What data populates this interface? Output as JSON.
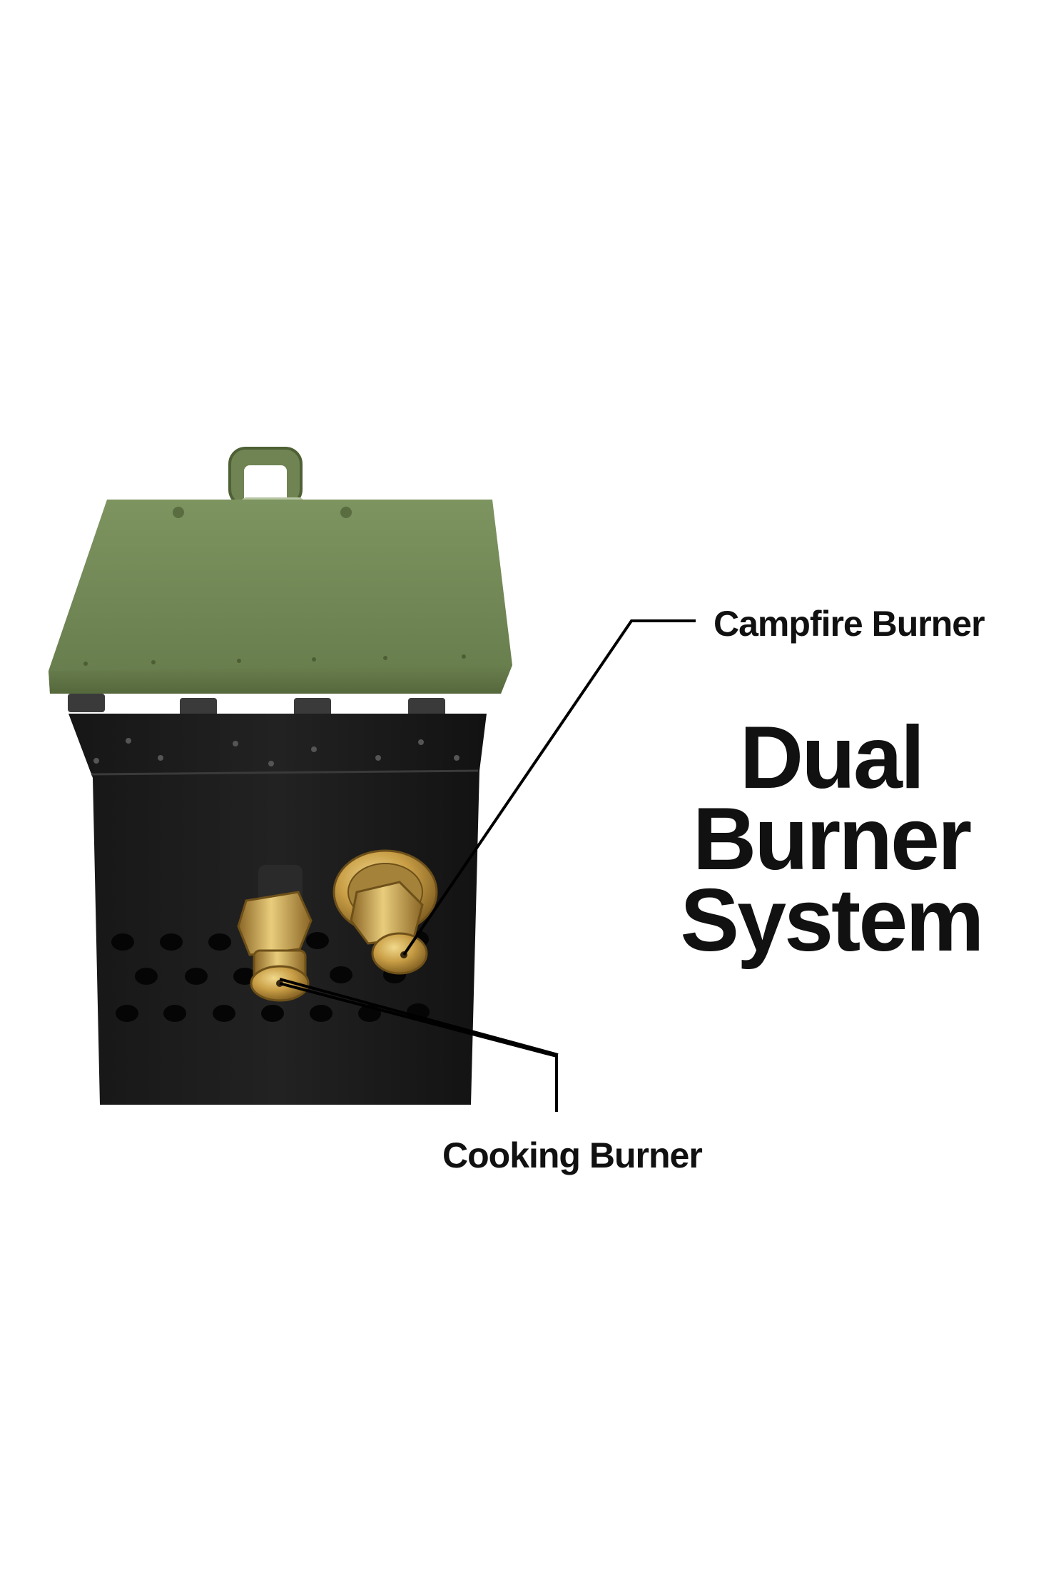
{
  "callouts": {
    "campfire": "Campfire Burner",
    "cooking": "Cooking Burner"
  },
  "headline": {
    "line1": "Dual",
    "line2": "Burner",
    "line3": "System"
  },
  "colors": {
    "background": "#ffffff",
    "lid_green": "#6f8452",
    "body_black": "#1b1b1b",
    "brass": "#c8a24f",
    "text": "#111111"
  },
  "icons": [
    "ammo-can-stove",
    "brass-burner-fitting"
  ]
}
